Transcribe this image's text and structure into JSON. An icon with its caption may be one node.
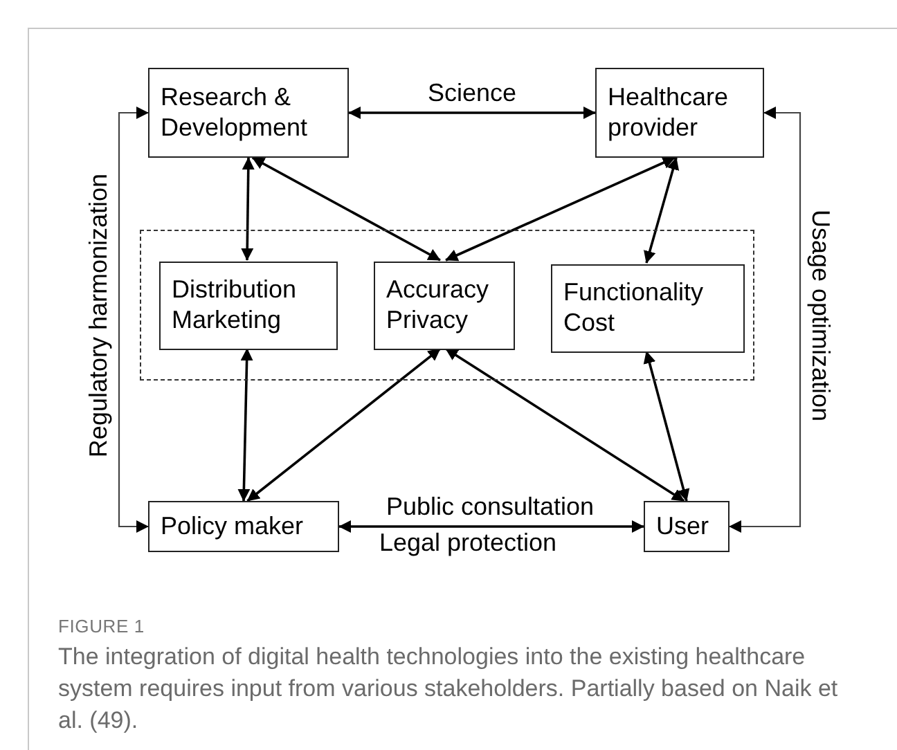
{
  "diagram": {
    "caption": "The integration of digital health technologies into the existing healthcare system requires input from various stakeholders. Partially based on Naik et al. (49).",
    "nodes": [
      {
        "text": [
          "Research & Development"
        ]
      },
      {
        "text": [
          "Healthcare provider"
        ]
      },
      {
        "text": [],
        "shape": "box"
      },
      {
        "text": [
          "Distribution Marketing"
        ],
        "in": 2
      },
      {
        "text": [
          "Accuracy Privacy"
        ],
        "in": 2
      },
      {
        "text": [
          "Functionality Cost"
        ],
        "in": 2
      },
      {
        "text": [
          "Policy maker"
        ]
      },
      {
        "text": [
          "User"
        ]
      }
    ],
    "edges": [
      {
        "from": 0,
        "to": 1,
        "arrow": "both",
        "label": "Science"
      },
      {
        "from": 0,
        "to": 3,
        "arrow": "both"
      },
      {
        "from": 0,
        "to": 4,
        "arrow": "both"
      },
      {
        "from": 1,
        "to": 4,
        "arrow": "both"
      },
      {
        "from": 1,
        "to": 5,
        "arrow": "both"
      },
      {
        "from": 3,
        "to": 6,
        "arrow": "both"
      },
      {
        "from": 4,
        "to": 6,
        "arrow": "both"
      },
      {
        "from": 4,
        "to": 7,
        "arrow": "both"
      },
      {
        "from": 5,
        "to": 7,
        "arrow": "both"
      },
      {
        "from": 6,
        "to": 7,
        "arrow": "both",
        "label": "Public consultation"
      },
      {
        "from": 0,
        "to": 6,
        "arrow": "both",
        "label": "Regulatory harmonization"
      },
      {
        "from": 1,
        "to": 7,
        "arrow": "both",
        "label": "Usage optimization"
      }
    ],
    "labels": [
      "Legal protection",
      "FIGURE 1"
    ]
  }
}
